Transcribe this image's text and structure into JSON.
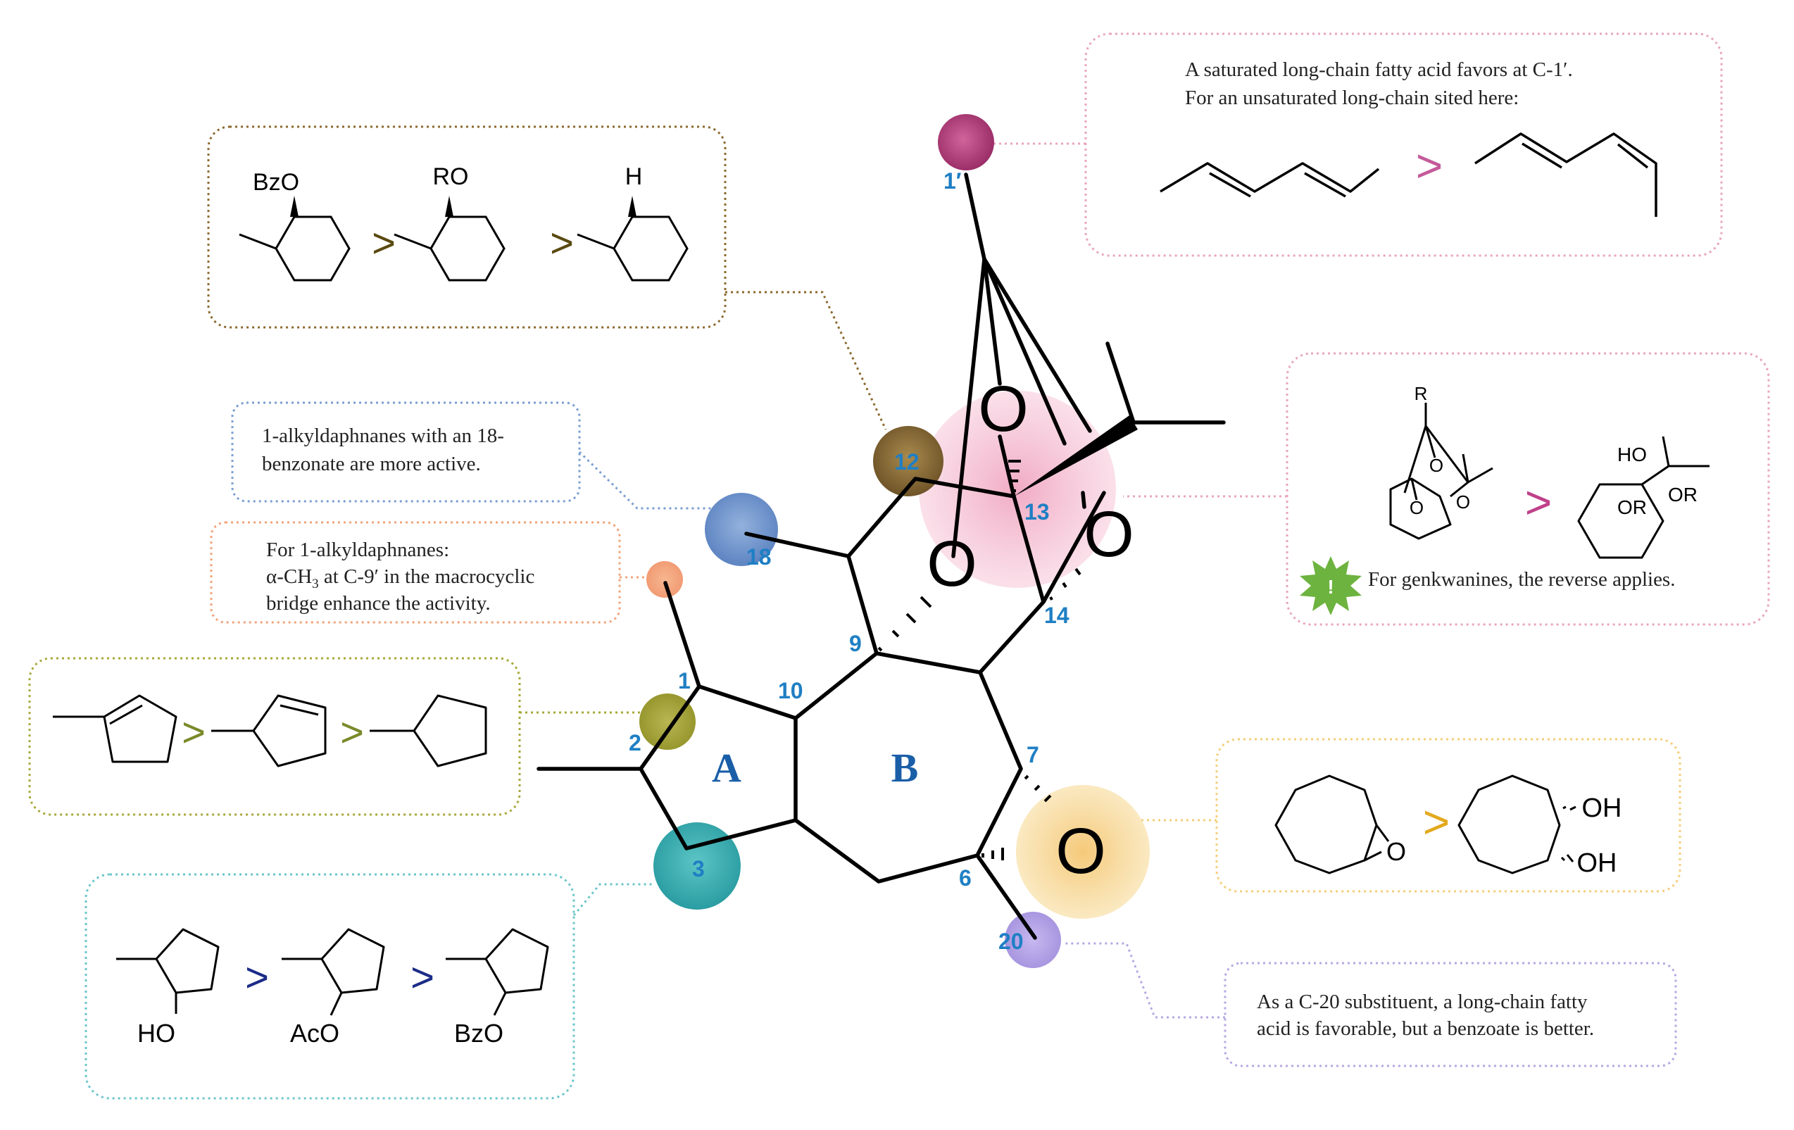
{
  "colors": {
    "brown": "#8b6a2e",
    "pink": "#e8a6c0",
    "blue": "#7a9ed1",
    "orange": "#f1a47a",
    "olive": "#a7a83a",
    "teal": "#6cc6c9",
    "yellow": "#f3cf7a",
    "purple": "#b7a8e2",
    "magenta": "#c0408a",
    "green": "#6db33f",
    "navy": "#1c2c88"
  },
  "core": {
    "ring_a": "A",
    "ring_b": "B",
    "labels": {
      "c1": "1",
      "c2": "2",
      "c3": "3",
      "c6": "6",
      "c7": "7",
      "c9": "9",
      "c10": "10",
      "c12": "12",
      "c13": "13",
      "c14": "14",
      "c18": "18",
      "c20": "20",
      "c1p": "1′"
    },
    "oxygen": "O"
  },
  "boxes": {
    "c12": {
      "sub1": "BzO",
      "sub2": "RO",
      "sub3": "H",
      "gt": ">"
    },
    "c1p": {
      "line1": "A saturated long-chain fatty acid favors at C-1′.",
      "line2": "For an unsaturated long-chain sited here:",
      "gt": ">"
    },
    "c18": {
      "line1": "1-alkyldaphnanes with an 18-",
      "line2": "benzonate are more active."
    },
    "c9p": {
      "line1": "For 1-alkyldaphnanes:",
      "line2_pre": "α-CH",
      "line2_sub": "3",
      "line2_post": " at C-9′ in the macrocyclic",
      "line3": "bridge enhance the activity."
    },
    "ring_a": {
      "gt": ">"
    },
    "c13": {
      "r": "R",
      "o": "O",
      "ho": "HO",
      "or": "OR",
      "gt": ">",
      "note_icon": "!",
      "note": "For genkwanines, the reverse applies."
    },
    "c3": {
      "sub1": "HO",
      "sub2": "AcO",
      "sub3": "BzO",
      "gt": ">"
    },
    "c67": {
      "o": "O",
      "oh": "OH",
      "gt": ">"
    },
    "c20": {
      "line1": "As a C-20 substituent, a long-chain fatty",
      "line2": "acid is favorable, but a benzoate is better."
    }
  }
}
